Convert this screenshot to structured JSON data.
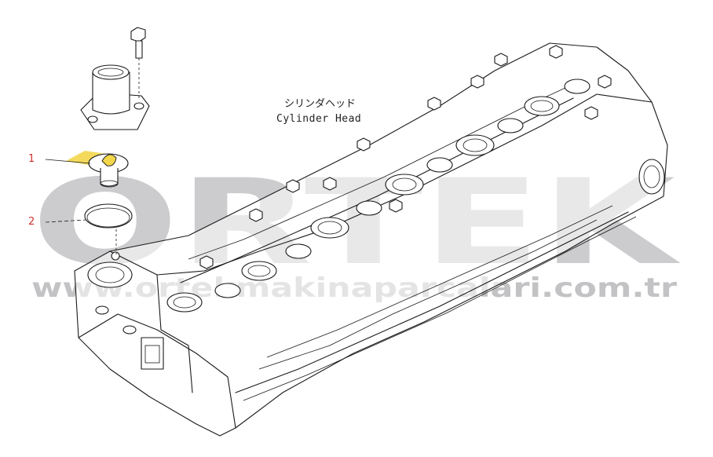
{
  "labels": {
    "part_name_jp": "シリンダヘッド",
    "part_name_en": "Cylinder Head"
  },
  "callouts": [
    {
      "number": "1",
      "part": "thermostat"
    },
    {
      "number": "2",
      "part": "gasket-ring"
    }
  ],
  "watermark": {
    "brand": "ORTEK",
    "url": "www.ortekmakinaparcalari.com.tr",
    "color": "#b9b9bc"
  },
  "colors": {
    "callout": "#d23030",
    "highlight": "#f3d64a",
    "line": "#1a1a1a"
  }
}
